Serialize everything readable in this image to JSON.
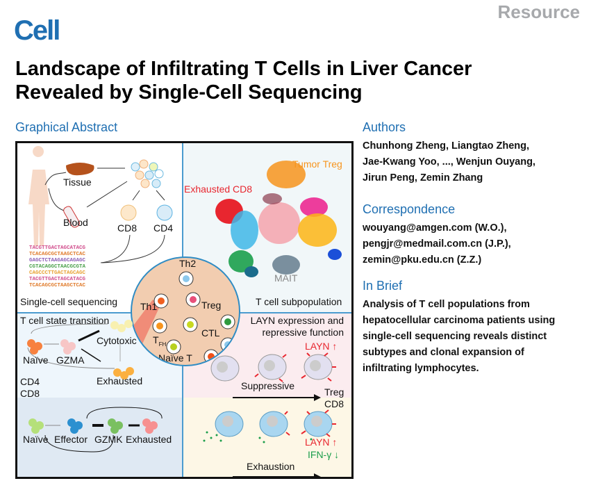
{
  "journal": "Cell",
  "article_type": "Resource",
  "title_line1": "Landscape of Infiltrating T Cells in Liver Cancer",
  "title_line2": "Revealed by Single-Cell Sequencing",
  "graphical_abstract": {
    "heading": "Graphical Abstract",
    "panel1": {
      "tissue": "Tissue",
      "blood": "Blood",
      "cd8": "CD8",
      "cd4": "CD4",
      "caption": "Single-cell sequencing",
      "dna": [
        "TACGTTGACTAGCATACG",
        "TCACAGCGCTAAGCTCAC",
        "GAGCTCTAAGAGCAGAGC",
        "CGTACAGGCTAACGCGTA",
        "CAGCCCTTGACTAGCAGC",
        "TACGTTGACTAGCATACG",
        "TCACAGCGCTAAGCTCAC"
      ]
    },
    "panel2": {
      "tumor_treg": "Tumor Treg",
      "exhausted_cd8": "Exhausted CD8",
      "mait": "MAIT",
      "caption": "T cell subpopulation"
    },
    "center": {
      "th2": "Th2",
      "th1": "Th1",
      "treg": "Treg",
      "ctl": "CTL",
      "tfh": "T",
      "tfh_sub": "FH",
      "naive_t": "Naïve T"
    },
    "panel3": {
      "caption": "T cell state transition",
      "naive": "Naïve",
      "gzma": "GZMA",
      "cytotoxic": "Cytotoxic",
      "exhausted": "Exhausted",
      "cd4": "CD4",
      "cd8": "CD8",
      "naive2": "Naïve",
      "effector": "Effector",
      "gzmk": "GZMK",
      "exhausted2": "Exhausted"
    },
    "panel4": {
      "caption1": "LAYN expression and",
      "caption2": "repressive function",
      "layn_up": "LAYN ↑",
      "suppressive": "Suppressive",
      "treg": "Treg",
      "cd8": "CD8",
      "layn_up2": "LAYN ↑",
      "ifn": "IFN-γ ↓",
      "exhaustion": "Exhaustion"
    }
  },
  "authors": {
    "heading": "Authors",
    "lines": [
      "Chunhong Zheng, Liangtao Zheng,",
      "Jae-Kwang Yoo, ..., Wenjun Ouyang,",
      "Jirun Peng, Zemin Zhang"
    ]
  },
  "correspondence": {
    "heading": "Correspondence",
    "lines": [
      "wouyang@amgen.com (W.O.),",
      "pengjr@medmail.com.cn (J.P.),",
      "zemin@pku.edu.cn (Z.Z.)"
    ]
  },
  "in_brief": {
    "heading": "In Brief",
    "lines": [
      "Analysis of T cell populations from",
      "hepatocellular carcinoma patients using",
      "single-cell sequencing reveals distinct",
      "subtypes and clonal expansion of",
      "infiltrating lymphocytes."
    ]
  },
  "colors": {
    "brand": "#1f6fb2",
    "red": "#e8262f",
    "orange": "#f7941d",
    "green": "#1b9e4b"
  }
}
